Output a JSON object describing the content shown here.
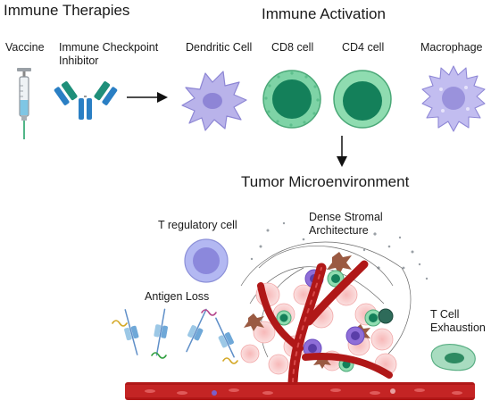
{
  "headers": {
    "immune_therapies": "Immune Therapies",
    "immune_activation": "Immune Activation",
    "tumor_microenvironment": "Tumor Microenvironment"
  },
  "labels": {
    "vaccine": "Vaccine",
    "checkpoint_line1": "Immune Checkpoint",
    "checkpoint_line2": "Inhibitor",
    "dendritic_cell": "Dendritic Cell",
    "cd8_cell": "CD8 cell",
    "cd4_cell": "CD4 cell",
    "macrophage": "Macrophage",
    "t_regulatory_cell": "T regulatory cell",
    "dense_stromal_line1": "Dense Stromal",
    "dense_stromal_line2": "Architecture",
    "antigen_loss": "Antigen Loss",
    "t_cell_exhaustion_line1": "T Cell",
    "t_cell_exhaustion_line2": "Exhaustion"
  },
  "colors": {
    "dendritic": "#b9b3ea",
    "cd8": "#7ed3a6",
    "cd4": "#8fdcb0",
    "macrophage": "#c2bdf0",
    "treg": "#b3b8f2",
    "vessel": "#b01818",
    "exhaustion": "#a8dcc0"
  }
}
